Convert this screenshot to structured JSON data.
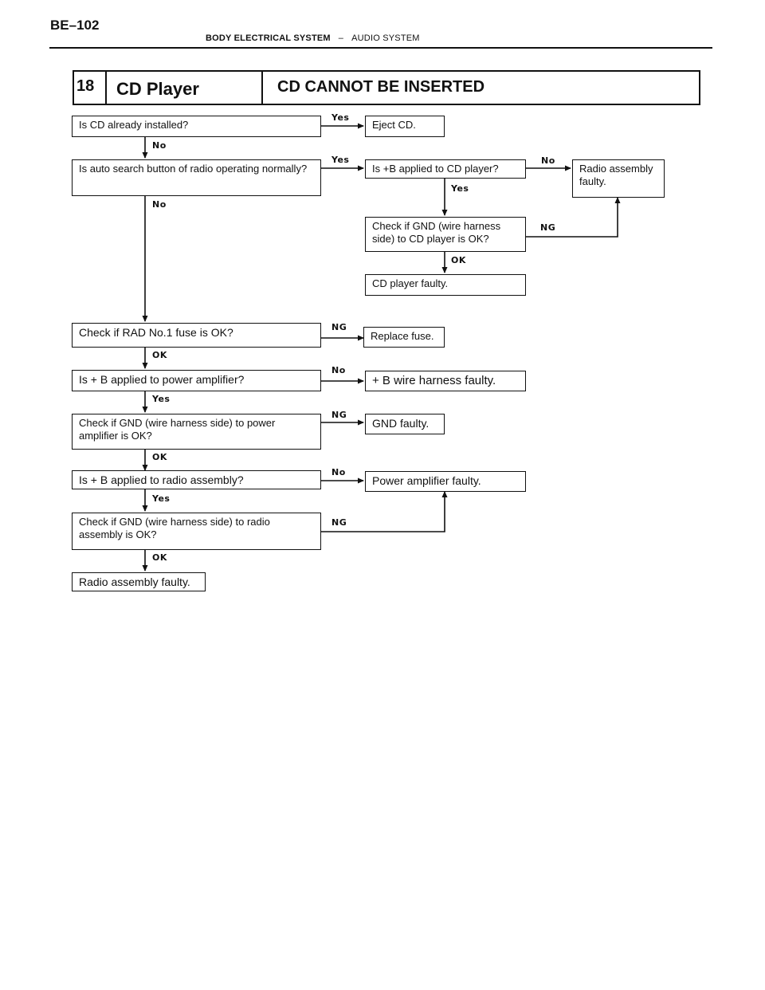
{
  "header": {
    "page_number": "BE–102",
    "section": "BODY ELECTRICAL SYSTEM",
    "separator": "–",
    "subsection": "AUDIO SYSTEM"
  },
  "title_bar": {
    "number": "18",
    "topic": "CD Player",
    "problem": "CD CANNOT BE INSERTED"
  },
  "boxes": {
    "q_cd_installed": "Is CD already installed?",
    "r_eject_cd": "Eject CD.",
    "q_auto_search": "Is auto search button of radio operating normally?",
    "q_b_cd_player": "Is +B applied to CD player?",
    "r_radio_faulty_1": "Radio assembly faulty.",
    "q_gnd_cd_player": "Check if GND (wire harness side) to CD player is OK?",
    "r_cd_player_faulty": "CD player faulty.",
    "q_rad_fuse": "Check if RAD No.1 fuse is OK?",
    "r_replace_fuse": "Replace fuse.",
    "q_b_power_amp": "Is + B applied to power amplifier?",
    "r_b_harness_faulty": "+ B wire harness faulty.",
    "q_gnd_power_amp": "Check if GND (wire harness side) to power amplifier is OK?",
    "r_gnd_faulty": "GND faulty.",
    "q_b_radio": "Is + B applied to radio assembly?",
    "r_power_amp_faulty": "Power amplifier faulty.",
    "q_gnd_radio": "Check if GND (wire harness side) to radio assembly is OK?",
    "r_radio_faulty_2": "Radio assembly faulty."
  },
  "labels": {
    "yes": "Yes",
    "no": "No",
    "ok": "OK",
    "ng": "NG"
  }
}
